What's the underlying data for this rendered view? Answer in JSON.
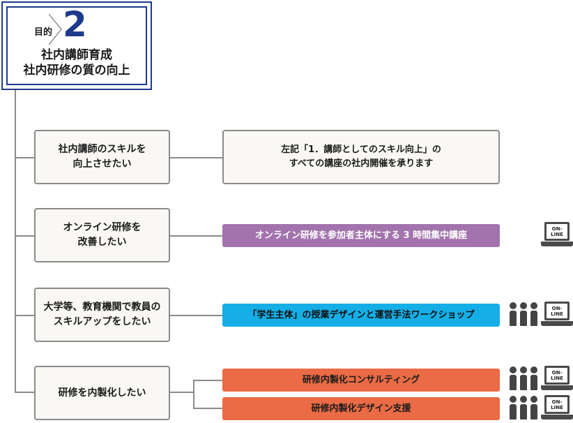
{
  "goal": {
    "label": "目的",
    "number": "2",
    "title_line1": "社内講師育成",
    "title_line2": "社内研修の質の向上"
  },
  "needs": [
    {
      "line1": "社内講師のスキルを",
      "line2": "向上させたい"
    },
    {
      "line1": "オンライン研修を",
      "line2": "改善したい"
    },
    {
      "line1": "大学等、教育機関で教員の",
      "line2": "スキルアップをしたい"
    },
    {
      "line1": "研修を内製化したい",
      "line2": ""
    }
  ],
  "solutions": [
    {
      "line1": "左記「1．講師としてのスキル向上」の",
      "line2": "すべての講座の社内開催を承ります",
      "style": "plain"
    },
    {
      "line1": "オンライン研修を参加者主体にする 3 時間集中講座",
      "line2": "",
      "style": "purple",
      "color": "#a273ad"
    },
    {
      "line1": "「学生主体」の授業デザインと運営手法ワークショップ",
      "line2": "",
      "style": "blue",
      "color": "#16aee6"
    },
    {
      "line1": "研修内製化コンサルティング",
      "line2": "",
      "style": "orange",
      "color": "#ea6b45"
    },
    {
      "line1": "研修内製化デザイン支援",
      "line2": "",
      "style": "orange",
      "color": "#ea6b45"
    }
  ],
  "icons": {
    "online_text_1": "ON-",
    "online_text_2": "LINE",
    "people_icon": "people-icon",
    "laptop_icon": "laptop-icon"
  },
  "colors": {
    "goal_border": "#1d3a8c",
    "connector": "#8a8a8a"
  }
}
